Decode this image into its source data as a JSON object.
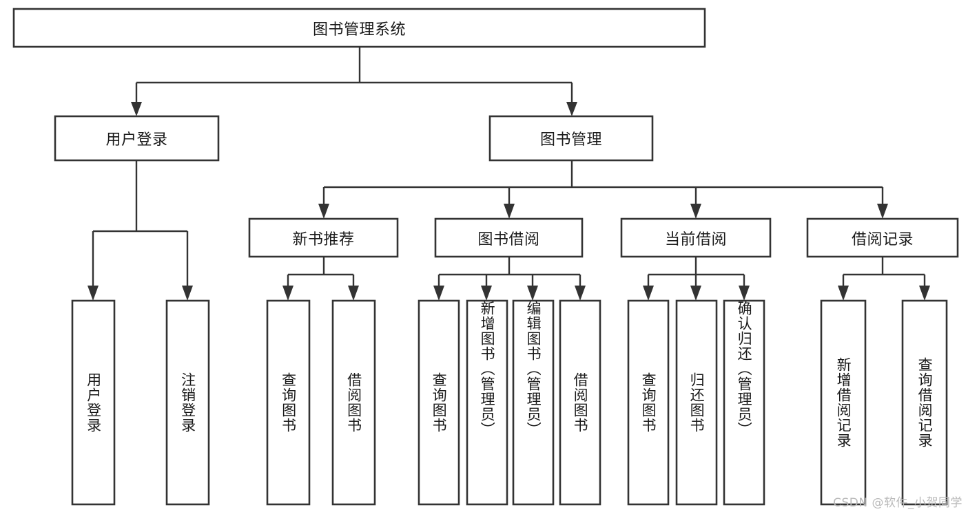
{
  "diagram": {
    "type": "tree-hierarchy",
    "title": "图书管理系统",
    "orientation": "top-down",
    "colors": {
      "box_stroke": "#333333",
      "box_fill": "#ffffff",
      "connector": "#333333",
      "text": "#1a1a1a",
      "background": "#ffffff",
      "watermark": "#b9b9b9"
    },
    "root": {
      "label": "图书管理系统"
    },
    "level1": [
      {
        "label": "用户登录"
      },
      {
        "label": "图书管理"
      }
    ],
    "level2": [
      {
        "label": "新书推荐"
      },
      {
        "label": "图书借阅"
      },
      {
        "label": "当前借阅"
      },
      {
        "label": "借阅记录"
      }
    ],
    "leaves": {
      "user_login": [
        {
          "label": "用户登录"
        },
        {
          "label": "注销登录"
        }
      ],
      "new_book_recommend": [
        {
          "label": "查询图书"
        },
        {
          "label": "借阅图书"
        }
      ],
      "book_borrow": [
        {
          "label": "查询图书"
        },
        {
          "label": "新增图书（管理员）"
        },
        {
          "label": "编辑图书（管理员）"
        },
        {
          "label": "借阅图书"
        }
      ],
      "current_borrow": [
        {
          "label": "查询图书"
        },
        {
          "label": "归还图书"
        },
        {
          "label": "确认归还（管理员）"
        }
      ],
      "borrow_record": [
        {
          "label": "新增借阅记录"
        },
        {
          "label": "查询借阅记录"
        }
      ]
    }
  },
  "watermark": {
    "text": "CSDN @软件_小贺同学"
  }
}
